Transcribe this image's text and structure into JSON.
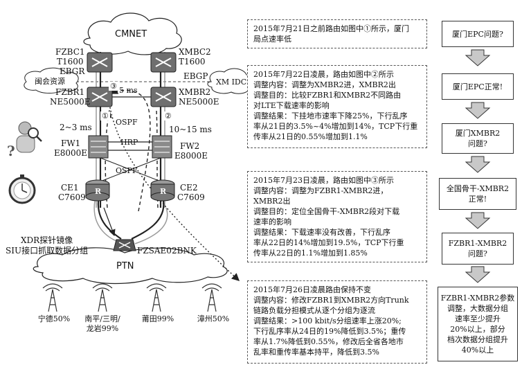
{
  "clouds": {
    "cmnet": "CMNET",
    "xm_idc": "XM IDC",
    "ptn": "PTN"
  },
  "labels": {
    "ebgr": "EBGR",
    "ebgp": "EBGP",
    "resource": "闽会资源",
    "fzbc1": "FZBC1",
    "fzbc1_model": "T1600",
    "xmbc2": "XMBC2",
    "xmbc2_model": "T1600",
    "fzbr1": "FZBR1",
    "fzbr1_model": "NE5000E",
    "xmbr2": "XMBR2",
    "xmbr2_model": "NE5000E",
    "latency_left": "2~3 ms",
    "latency_right": "10~15 ms",
    "latency_top": "5 ms",
    "ospf_top": "OSPF",
    "ospf_bottom": "OSPF",
    "hrp": "HRP",
    "fw1": "FW1",
    "fw1_model": "E8000E",
    "fw2": "FW2",
    "fw2_model": "E8000E",
    "ce1": "CE1",
    "ce1_model": "C7609",
    "ce2": "CE2",
    "ce2_model": "C7609",
    "xdr_line1": "XDR探针镜像",
    "xdr_line2": "SIU接口抓取数据分组",
    "fzsae": "FZSAE02BNK",
    "circle1": "①",
    "circle2": "②",
    "circle3": "③",
    "router_r1": "R",
    "router_r2": "R"
  },
  "sites": [
    {
      "name": "宁德50%"
    },
    {
      "name": "南平/三明/\n龙岩99%"
    },
    {
      "name": "莆田99%"
    },
    {
      "name": "漳州50%"
    }
  ],
  "notes": [
    {
      "lines": [
        "2015年7月21日之前路由如图中①所示，厦门",
        "局点速率低"
      ]
    },
    {
      "lines": [
        "2015年7月22日凌晨，路由如图中②所示",
        "调整内容：调整为XMBR2进，XMBR2出",
        "调整目的：比较FZBR1和XMBR2不同路由",
        "对LTE下载速率的影响",
        "调整结果：下挂地市速率下降25%，下行乱序",
        "率从21日的3.5%~4%增加到14%，TCP下行重",
        "传率从21日的0.55%增加到1.1%"
      ]
    },
    {
      "lines": [
        "2015年7月23日凌晨，路由如图中③所示",
        "调整内容：调整为FZBR1-XMBR2进，",
        "XMBR2出",
        "调整目的：定位全国骨干-XMBR2段对下载",
        "速率的影响",
        "调整结果：下载速率没有改善，下行乱序",
        "率从22日的14%增加到19.5%，TCP下行重",
        "传率从22日的1.1%增加到1.85%"
      ]
    },
    {
      "lines": [
        "2015年7月26日凌晨路由保持不变",
        "调整内容：修改FZBR1到XMBR2方向Trunk",
        "链路负载分担模式从逐个分组为逐流",
        "调整结果：>100 kbit/s分组速率上涨20%;",
        "下行乱序率从24日的19%降低到3.5%；重传",
        "率从1.7%降低到0.55%，修改后全省各地市",
        "乱率和重传率基本持平，降低到3.5%"
      ]
    }
  ],
  "flow": [
    {
      "lines": [
        "厦门EPC问题?"
      ]
    },
    {
      "lines": [
        "厦门EPC正常!"
      ]
    },
    {
      "lines": [
        "厦门XMBR2",
        "问题?"
      ]
    },
    {
      "lines": [
        "全国骨干-XMBR2",
        "正常!"
      ]
    },
    {
      "lines": [
        "FZBR1-XMBR2",
        "问题?"
      ]
    },
    {
      "lines": [
        "FZBR1-XMBR2参数",
        "调整，大数据分组",
        "速率至少提升",
        "20%以上，部分",
        "档次数据分组提升",
        "40%以上"
      ]
    }
  ],
  "colors": {
    "line": "#222222",
    "gray": "#9a9a9a",
    "device": "#777777",
    "arrow_fill": "#c8c8c8"
  }
}
